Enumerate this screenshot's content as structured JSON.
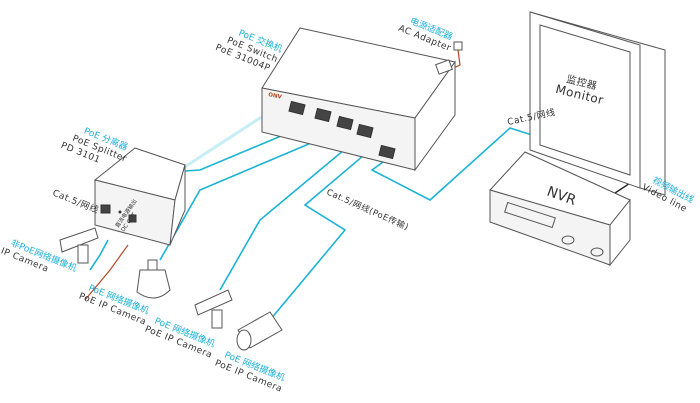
{
  "switch": {
    "cn": "PoE 交换机",
    "en": "PoE Switch",
    "model": "PoE 31004P",
    "brand": "ONV"
  },
  "adapter": {
    "cn": "电源适配器",
    "en": "AC Adapter"
  },
  "splitter": {
    "cn": "PoE 分离器",
    "en": "PoE Splitter",
    "model": "PD 3101",
    "dc_cn": "直流电源输出",
    "dc_en": "DC OUT"
  },
  "monitor": {
    "cn": "监控器",
    "en": "Monitor"
  },
  "nvr": {
    "label": "NVR"
  },
  "video_line": {
    "cn": "视频输出线",
    "en": "Video line"
  },
  "cables": {
    "cat5_left": "Cat.5/网线",
    "cat5_nvr": "Cat.5/网线",
    "cat5_poe": "Cat.5/网线(PoE传输)"
  },
  "cameras": [
    {
      "cn": "非PoE网络摄像机",
      "en": "IP Camera"
    },
    {
      "cn": "PoE 网络摄像机",
      "en": "PoE IP Camera"
    },
    {
      "cn": "PoE 网络摄像机",
      "en": "PoE IP Camera"
    },
    {
      "cn": "PoE 网络摄像机",
      "en": "PoE IP Camera"
    }
  ],
  "colors": {
    "cable": "#1bb3d6",
    "label_cn": "#1cb0d8",
    "power": "#b34a2a"
  }
}
